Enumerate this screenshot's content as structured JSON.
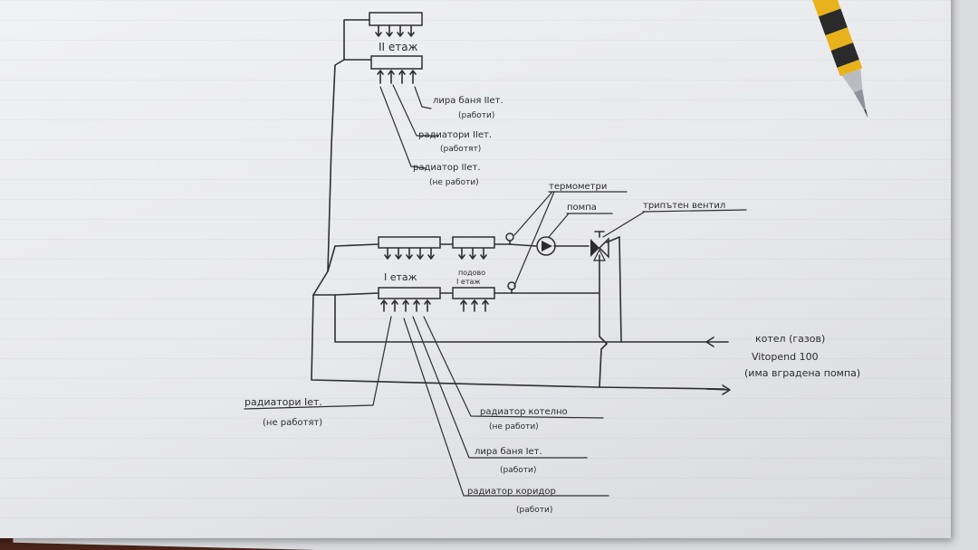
{
  "labels": {
    "floor2": "II етаж",
    "lira_bath2": "лира баня IIет.",
    "lira_bath2_status": "(работи)",
    "radiators2": "радиатори IIет.",
    "radiators2_status": "(работят)",
    "radiator2": "радиатор IIет.",
    "radiator2_status": "(не работи)",
    "thermometers": "термометри",
    "pump": "помпа",
    "three_way_valve": "трипътен вентил",
    "floor1": "I етаж",
    "underfloor": "подово",
    "underfloor_floor": "I етаж",
    "boiler": "котел (газов)",
    "boiler_model": "Vitopend 100",
    "boiler_note": "(има вградена помпа)",
    "radiators1": "радиатори Iет.",
    "radiators1_status": "(не работят)",
    "radiator_boiler_room": "радиатор котелно",
    "radiator_boiler_room_status": "(не работи)",
    "lira_bath1": "лира баня Iет.",
    "lira_bath1_status": "(работи)",
    "radiator_corridor": "радиатор коридор",
    "radiator_corridor_status": "(работи)"
  },
  "colors": {
    "ink": "#2c2c2c",
    "paper": "#eceef0",
    "pencil_yellow": "#e8b21a",
    "pencil_black": "#2a2a2a",
    "desk": "#4a2418"
  },
  "icons": [
    "pencil-icon",
    "pump-icon",
    "thermometer-icon",
    "three-way-valve-icon"
  ]
}
